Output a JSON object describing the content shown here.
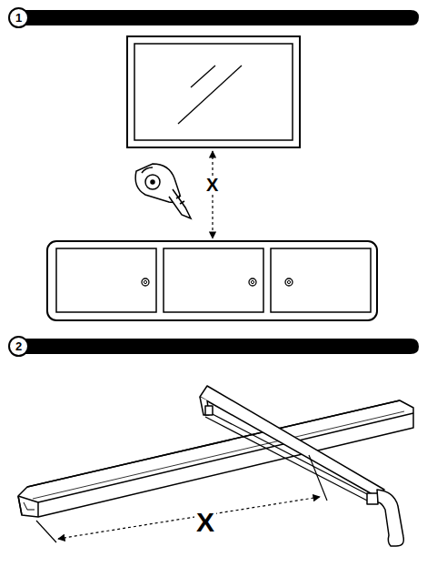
{
  "diagram": {
    "nodes": [
      {
        "text": [
          "1"
        ]
      },
      {
        "text": [
          "2"
        ]
      }
    ],
    "labels": [
      "X",
      "X"
    ]
  }
}
